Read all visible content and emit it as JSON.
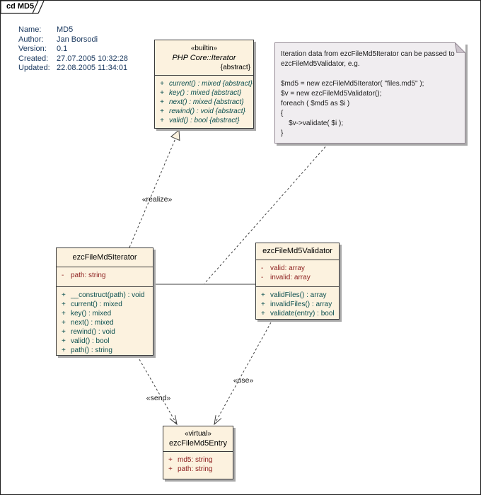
{
  "frame": {
    "tab_label": "cd MD5"
  },
  "info": {
    "rows": [
      {
        "label": "Name:",
        "value": "MD5"
      },
      {
        "label": "Author:",
        "value": "Jan Borsodi"
      },
      {
        "label": "Version:",
        "value": "0.1"
      },
      {
        "label": "Created:",
        "value": "27.07.2005 10:32:28"
      },
      {
        "label": "Updated:",
        "value": "22.08.2005 11:34:01"
      }
    ]
  },
  "note": {
    "lines": [
      "Iteration data from ezcFileMd5Iterator can be passed to",
      "ezcFileMd5Validator, e.g.",
      "",
      "$md5 = new ezcFileMd5Iterator( \"files.md5\" );",
      "$v = new ezcFileMd5Validator();",
      "foreach ( $md5 as $i )",
      "{",
      "    $v->validate( $i );",
      "}"
    ]
  },
  "classes": {
    "php_iterator": {
      "stereotype": "«builtin»",
      "name": "PHP Core::Iterator",
      "modifier": "{abstract}",
      "methods": [
        {
          "sign": "+",
          "text": "current() : mixed {abstract}"
        },
        {
          "sign": "+",
          "text": "key() : mixed {abstract}"
        },
        {
          "sign": "+",
          "text": "next() : mixed {abstract}"
        },
        {
          "sign": "+",
          "text": "rewind() : void {abstract}"
        },
        {
          "sign": "+",
          "text": "valid() : bool {abstract}"
        }
      ]
    },
    "iterator": {
      "name": "ezcFileMd5Iterator",
      "attributes": [
        {
          "sign": "-",
          "text": "path: string"
        }
      ],
      "methods": [
        {
          "sign": "+",
          "text": "__construct(path) : void"
        },
        {
          "sign": "+",
          "text": "current() : mixed"
        },
        {
          "sign": "+",
          "text": "key() : mixed"
        },
        {
          "sign": "+",
          "text": "next() : mixed"
        },
        {
          "sign": "+",
          "text": "rewind() : void"
        },
        {
          "sign": "+",
          "text": "valid() : bool"
        },
        {
          "sign": "+",
          "text": "path() : string"
        }
      ]
    },
    "validator": {
      "name": "ezcFileMd5Validator",
      "attributes": [
        {
          "sign": "-",
          "text": "valid: array"
        },
        {
          "sign": "-",
          "text": "invalid: array"
        }
      ],
      "methods": [
        {
          "sign": "+",
          "text": "validFiles() : array"
        },
        {
          "sign": "+",
          "text": "invalidFiles() : array"
        },
        {
          "sign": "+",
          "text": "validate(entry) : bool"
        }
      ]
    },
    "entry": {
      "stereotype": "«virtual»",
      "name": "ezcFileMd5Entry",
      "attributes": [
        {
          "sign": "+",
          "text": "md5: string"
        },
        {
          "sign": "+",
          "text": "path: string"
        }
      ]
    }
  },
  "edges": {
    "realize_label": "«realize»",
    "send_label": "«send»",
    "use_label": "«use»"
  },
  "colors": {
    "class_fill": "#FCF2DF",
    "class_border": "#3A3A3A",
    "shadow": "#A9A9A9",
    "note_fill": "#F0EDF0",
    "note_border": "#958A95",
    "attribute_text": "#8B1C1C",
    "method_text": "#0B4F4F",
    "info_text": "#17365D"
  }
}
